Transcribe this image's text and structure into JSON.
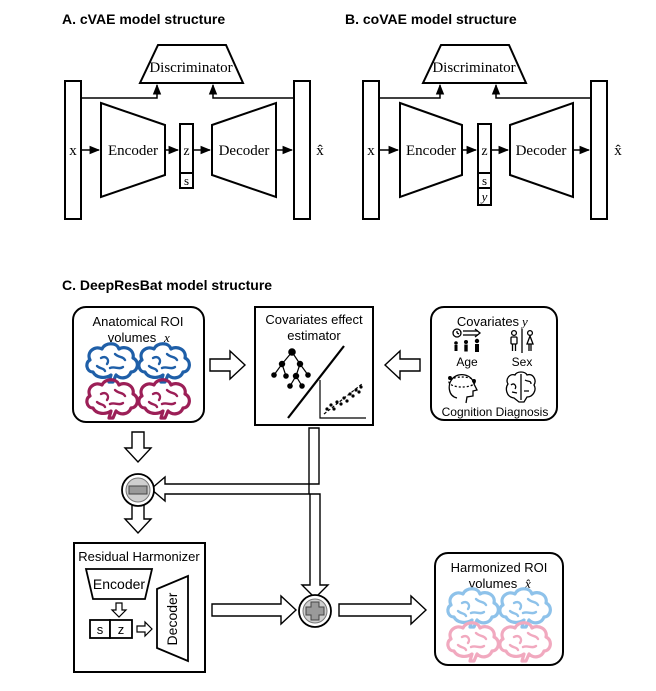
{
  "panel_a": {
    "title": "A. cVAE model structure",
    "discriminator": "Discriminator",
    "x": "x",
    "encoder": "Encoder",
    "z": "z",
    "s": "s",
    "decoder": "Decoder",
    "x_hat": "x̂"
  },
  "panel_b": {
    "title": "B. coVAE model structure",
    "discriminator": "Discriminator",
    "x": "x",
    "encoder": "Encoder",
    "z": "z",
    "s": "s",
    "y": "y",
    "decoder": "Decoder",
    "x_hat": "x̂"
  },
  "panel_c": {
    "title": "C. DeepResBat model structure",
    "roi_line1": "Anatomical ROI",
    "roi_line2": "volumes",
    "roi_var": "x",
    "estimator_line1": "Covariates effect",
    "estimator_line2": "estimator",
    "covariates_label": "Covariates",
    "covariates_var": "y",
    "age": "Age",
    "sex": "Sex",
    "cognition": "Cognition",
    "diagnosis": "Diagnosis",
    "residual_title": "Residual Harmonizer",
    "encoder": "Encoder",
    "s": "s",
    "z": "z",
    "decoder": "Decoder",
    "harm_line1": "Harmonized ROI",
    "harm_line2": "volumes",
    "harm_var": "x̂"
  },
  "colors": {
    "brain_blue": "#1f5fa8",
    "brain_crimson": "#9c1f57",
    "brain_light_blue": "#8ec2ea",
    "brain_pink": "#f1a9bf",
    "operator_gray": "#9a9a9a"
  }
}
